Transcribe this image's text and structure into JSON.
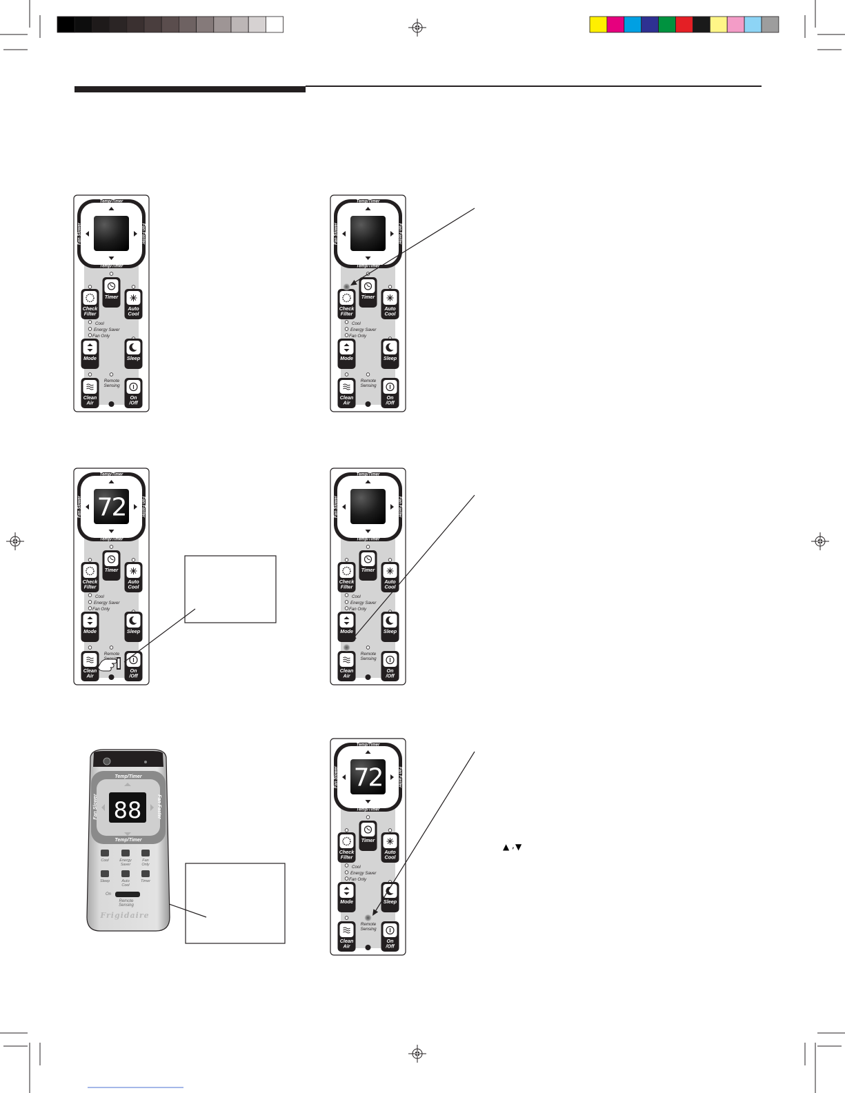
{
  "colors": {
    "gray_bar": [
      "#000000",
      "#0d0d0d",
      "#1e1a1a",
      "#2b2525",
      "#3a3030",
      "#4a3e3e",
      "#5a4d4d",
      "#6e6262",
      "#857a7a",
      "#9e9595",
      "#bcb6b6",
      "#d6d2d2",
      "#ffffff"
    ],
    "color_bar": [
      "#ffef00",
      "#e6007e",
      "#00a0e3",
      "#2e3192",
      "#00923f",
      "#e41f25",
      "#1a1a1a",
      "#fff687",
      "#f39cc7",
      "#8dd4f5",
      "#9d9d9d"
    ],
    "panel_gray": "#d4d4d4",
    "button_dark": "#231f20"
  },
  "panel_labels": {
    "temp_timer": "Temp/Timer",
    "fan_slower": "Fan Slower",
    "fan_faster": "Fan Faster",
    "timer": "Timer",
    "check_filter": [
      "Check",
      "Filter"
    ],
    "auto_cool": [
      "Auto",
      "Cool"
    ],
    "mode_options": [
      "Cool",
      "Energy Saver",
      "Fan Only"
    ],
    "mode": "Mode",
    "sleep": "Sleep",
    "clean_air": [
      "Clean",
      "Air"
    ],
    "remote_sensing": [
      "Remote",
      "Sensing"
    ],
    "on_off": [
      "On",
      "/Off"
    ]
  },
  "panels": [
    {
      "id": "panel-1",
      "display": ""
    },
    {
      "id": "panel-2",
      "display": ""
    },
    {
      "id": "panel-3",
      "display": "72"
    },
    {
      "id": "panel-4",
      "display": ""
    },
    {
      "id": "panel-5",
      "display": "72"
    }
  ],
  "remote": {
    "temp_timer": "Temp/Timer",
    "fan_slower": "Fan Slower",
    "fan_faster": "Fan Faster",
    "display": "88",
    "buttons_row1": [
      "Cool",
      "Energy Saver",
      "Fan Only"
    ],
    "buttons_row2": [
      "Sleep",
      "Auto Cool",
      "Timer"
    ],
    "on_label": "On",
    "remote_sensing": [
      "Remote",
      "Sensing"
    ],
    "brand": "Frigidaire"
  },
  "arrow_glyphs": [
    "▲",
    "▼"
  ]
}
